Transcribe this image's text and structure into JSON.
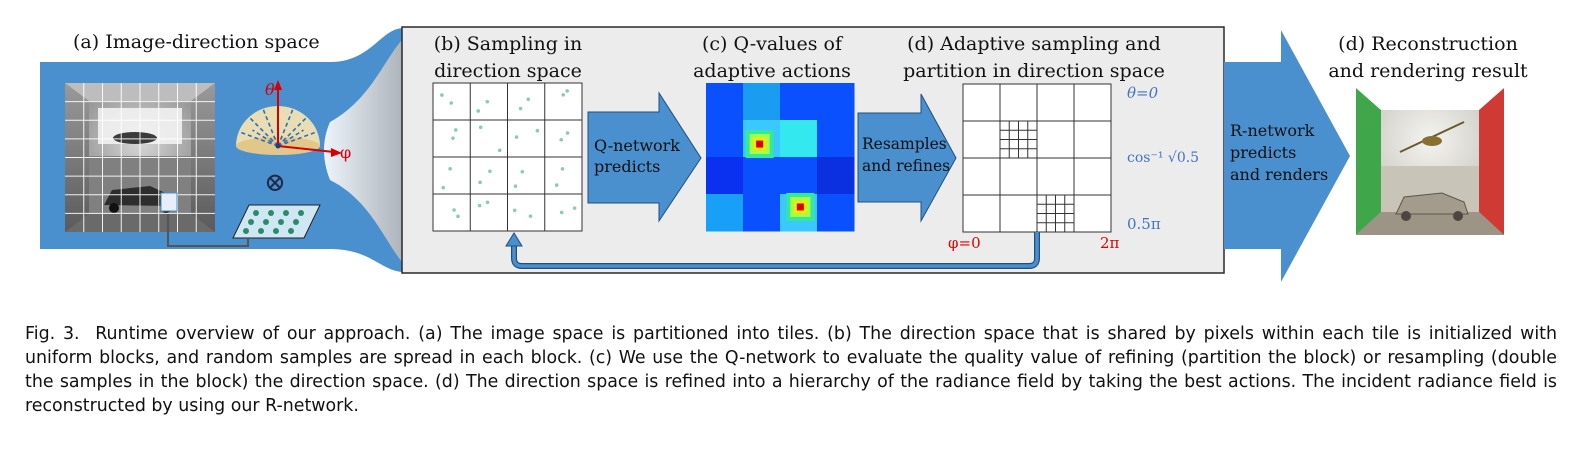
{
  "panels": {
    "a_title": "(a) Image-direction space",
    "b_title_1": "(b) Sampling in",
    "b_title_2": "direction space",
    "c_title_1": "(c) Q-values of",
    "c_title_2": "adaptive actions",
    "d_title_1": "(d) Adaptive sampling and",
    "d_title_2": "partition in direction space",
    "e_title_1": "(d) Reconstruction",
    "e_title_2": "and rendering result"
  },
  "arrows": {
    "q_line1": "Q-network",
    "q_line2": "predicts",
    "r_line1": "Resamples",
    "r_line2": "and refines",
    "n_line1": "R-network",
    "n_line2": "predicts",
    "n_line3": "and renders"
  },
  "axes": {
    "theta": "θ",
    "phi": "φ",
    "otimes": "⊗",
    "theta0": "θ=0",
    "cos_label": "cos⁻¹ √0.5",
    "half_pi": "0.5π",
    "phi0": "φ=0",
    "two_pi": "2π"
  },
  "caption": {
    "label": "Fig. 3.",
    "text": "Runtime overview of our approach. (a) The image space is partitioned into tiles. (b) The direction space that is shared by pixels within each tile is initialized with uniform blocks, and random samples are spread in each block. (c) We use the Q-network to evaluate the quality value of refining (partition the block) or resampling (double the samples in the block) the direction space. (d) The direction space is refined into a hierarchy of the radiance field by taking the best actions. The incident radiance field is reconstructed by using our R-network."
  },
  "colors": {
    "band_blue": "#4a8fce",
    "panel_bg": "#ececec",
    "arrow_blue": "#4a8fce",
    "label_blue": "#4472c4",
    "label_red": "#e00000",
    "dot_teal": "#8fc9b3"
  }
}
